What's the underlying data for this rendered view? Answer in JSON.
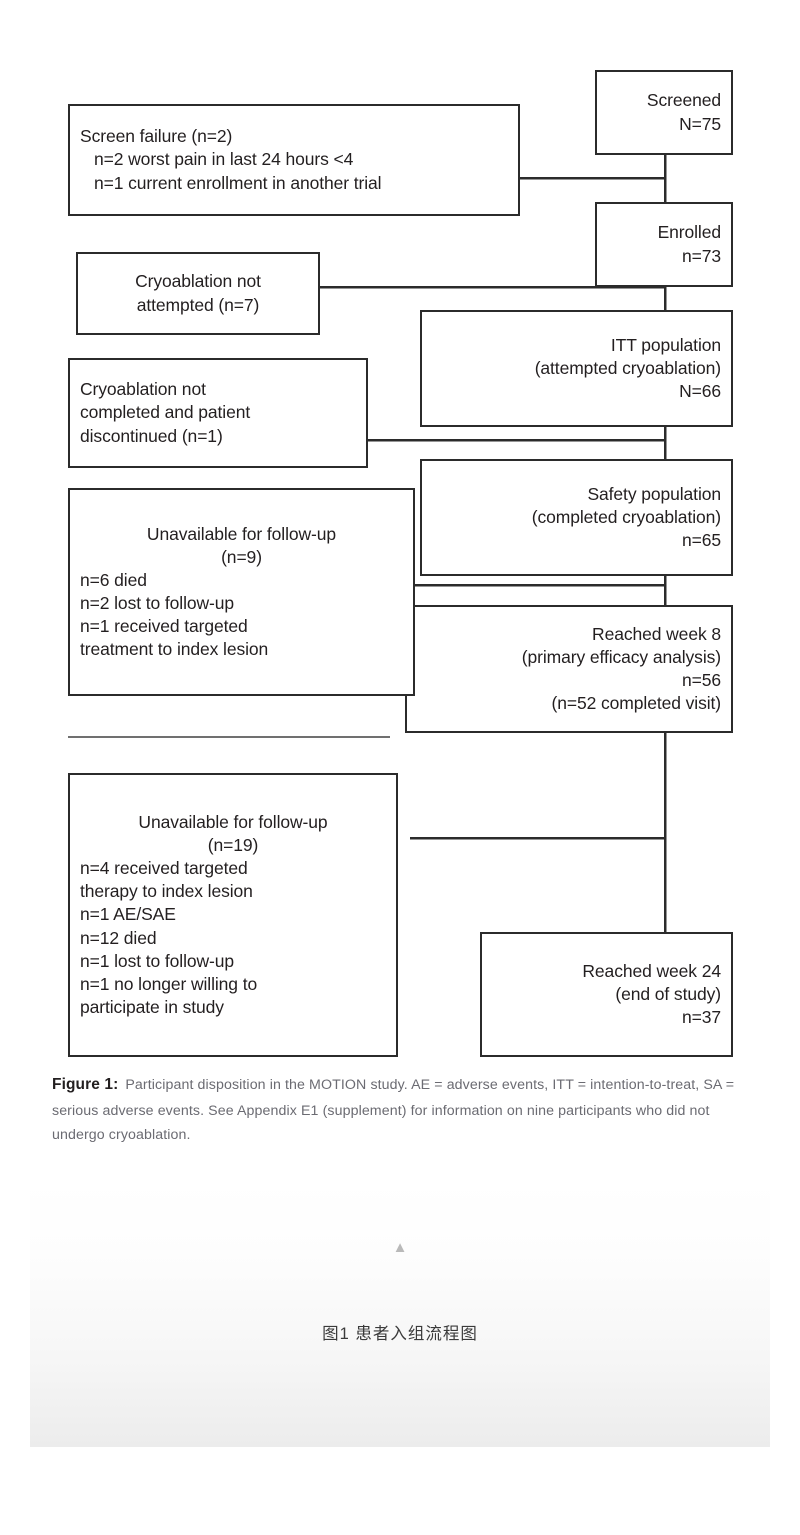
{
  "figure": {
    "label": "Figure 1:",
    "caption_text": "Participant disposition in the MOTION study. AE = adverse events, ITT = intention-to-treat, SA = serious adverse events. See Appendix E1 (supplement) for information on nine participants who did not undergo cryoablation.",
    "chinese_caption": "图1  患者入组流程图",
    "collapse_marker": "▲"
  },
  "colors": {
    "box_border": "#2b2b2b",
    "connector": "#2b2b2b",
    "text": "#231f20",
    "caption_text": "#6b6b72",
    "page_background": "#ffffff"
  },
  "chart_data": {
    "type": "diagram",
    "title": "Participant disposition in the MOTION study",
    "nodes": [
      {
        "id": "screened",
        "column": "right",
        "align": "right",
        "lines": [
          "Screened",
          "N=75"
        ],
        "count": 75
      },
      {
        "id": "screen-failure",
        "column": "left",
        "align": "left",
        "lines": [
          "Screen failure (n=2)",
          "n=2 worst pain in last 24 hours <4",
          "n=1 current enrollment in another trial"
        ],
        "indent_from_line": 1,
        "count": 2
      },
      {
        "id": "enrolled",
        "column": "right",
        "align": "right",
        "lines": [
          "Enrolled",
          "n=73"
        ],
        "count": 73
      },
      {
        "id": "cryo-not-attempted",
        "column": "left",
        "align": "center",
        "lines": [
          "Cryoablation not",
          "attempted (n=7)"
        ],
        "count": 7
      },
      {
        "id": "itt-population",
        "column": "right",
        "align": "right",
        "lines": [
          "ITT population",
          "(attempted cryoablation)",
          "N=66"
        ],
        "count": 66
      },
      {
        "id": "cryo-not-completed",
        "column": "left",
        "align": "left",
        "lines": [
          "Cryoablation not",
          "completed and patient",
          "discontinued (n=1)"
        ],
        "count": 1
      },
      {
        "id": "safety-population",
        "column": "right",
        "align": "right",
        "lines": [
          "Safety population",
          "(completed cryoablation)",
          "n=65"
        ],
        "count": 65
      },
      {
        "id": "unavailable-9",
        "column": "left",
        "align": "mixed",
        "lines": [
          "Unavailable for follow-up",
          "(n=9)",
          "n=6 died",
          "n=2 lost to follow-up",
          "n=1 received targeted",
          "treatment to index lesion"
        ],
        "centered_lines": 2,
        "count": 9
      },
      {
        "id": "reached-week-8",
        "column": "right",
        "align": "right",
        "lines": [
          "Reached week 8",
          "(primary efficacy analysis)",
          "n=56",
          "(n=52 completed visit)"
        ],
        "count": 56
      },
      {
        "id": "unavailable-19",
        "column": "left",
        "align": "mixed",
        "lines": [
          "Unavailable for follow-up",
          "(n=19)",
          "n=4 received targeted",
          "therapy to index lesion",
          "n=1 AE/SAE",
          "n=12 died",
          "n=1 lost to follow-up",
          "n=1 no longer willing to",
          "participate in study"
        ],
        "centered_lines": 2,
        "count": 19
      },
      {
        "id": "reached-week-24",
        "column": "right",
        "align": "right",
        "lines": [
          "Reached week 24",
          "(end of study)",
          "n=37"
        ],
        "count": 37
      }
    ],
    "edges": [
      {
        "from": "screened",
        "to": "enrolled"
      },
      {
        "from": "screened",
        "to": "screen-failure"
      },
      {
        "from": "enrolled",
        "to": "itt-population"
      },
      {
        "from": "enrolled",
        "to": "cryo-not-attempted"
      },
      {
        "from": "itt-population",
        "to": "safety-population"
      },
      {
        "from": "itt-population",
        "to": "cryo-not-completed"
      },
      {
        "from": "safety-population",
        "to": "reached-week-8"
      },
      {
        "from": "safety-population",
        "to": "unavailable-9"
      },
      {
        "from": "reached-week-8",
        "to": "reached-week-24"
      },
      {
        "from": "reached-week-8",
        "to": "unavailable-19"
      }
    ]
  }
}
